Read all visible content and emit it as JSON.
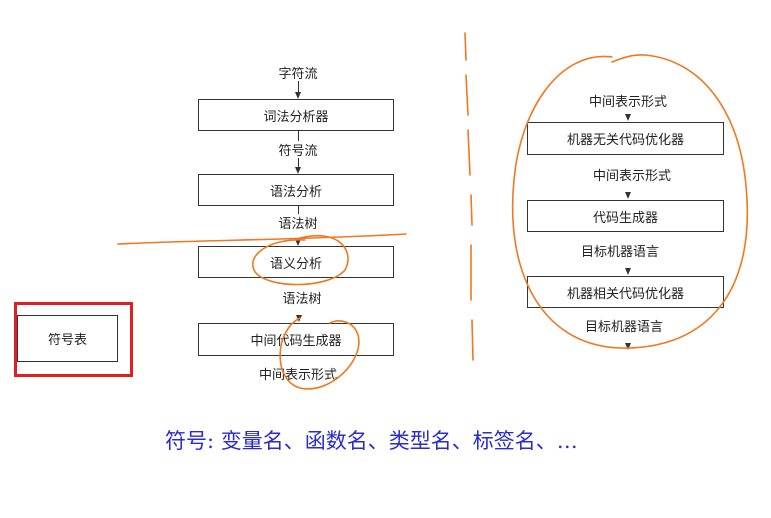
{
  "left_pipeline": {
    "input": "字符流",
    "stages": [
      {
        "name": "词法分析器",
        "output": "符号流"
      },
      {
        "name": "语法分析",
        "output": "语法树"
      },
      {
        "name": "语义分析",
        "output": "语法树"
      },
      {
        "name": "中间代码生成器",
        "output": "中间表示形式"
      }
    ]
  },
  "symbol_table": {
    "label": "符号表"
  },
  "right_pipeline": {
    "input": "中间表示形式",
    "stages": [
      {
        "name": "机器无关代码优化器",
        "output": "中间表示形式"
      },
      {
        "name": "代码生成器",
        "output": "目标机器语言"
      },
      {
        "name": "机器相关代码优化器",
        "output": "目标机器语言"
      }
    ]
  },
  "note": "符号: 变量名、函数名、类型名、标签名、…",
  "colors": {
    "annotation": "#f07820",
    "highlight": "#e02020",
    "note": "#2b2bd0"
  }
}
